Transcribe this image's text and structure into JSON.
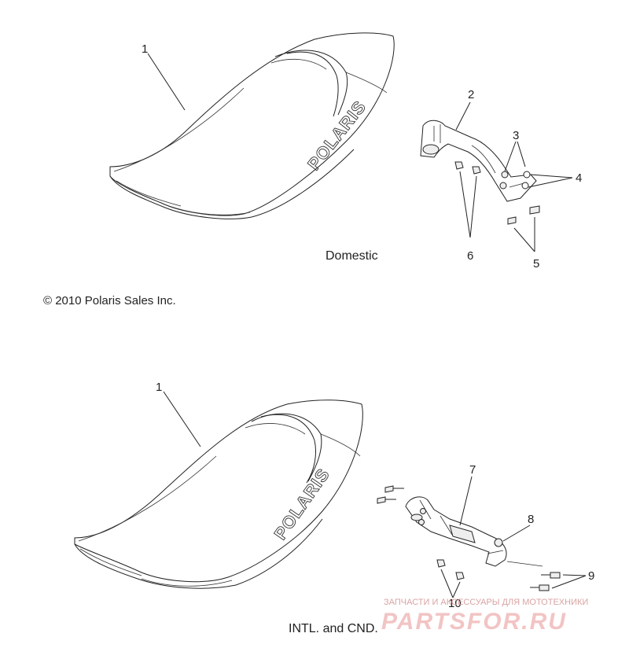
{
  "domestic": {
    "caption": "Domestic",
    "callouts": [
      "1",
      "2",
      "3",
      "4",
      "5",
      "6"
    ],
    "logo": "POLARIS"
  },
  "copyright": "© 2010 Polaris Sales Inc.",
  "intl": {
    "caption": "INTL. and CND.",
    "callouts": [
      "1",
      "7",
      "8",
      "9",
      "10"
    ],
    "logo": "POLARIS"
  },
  "watermark": {
    "top_text": "ЗАПЧАСТИ И АКСЕССУАРЫ ДЛЯ МОТОТЕХНИКИ",
    "brand_text": "PARTSFOR.RU"
  }
}
